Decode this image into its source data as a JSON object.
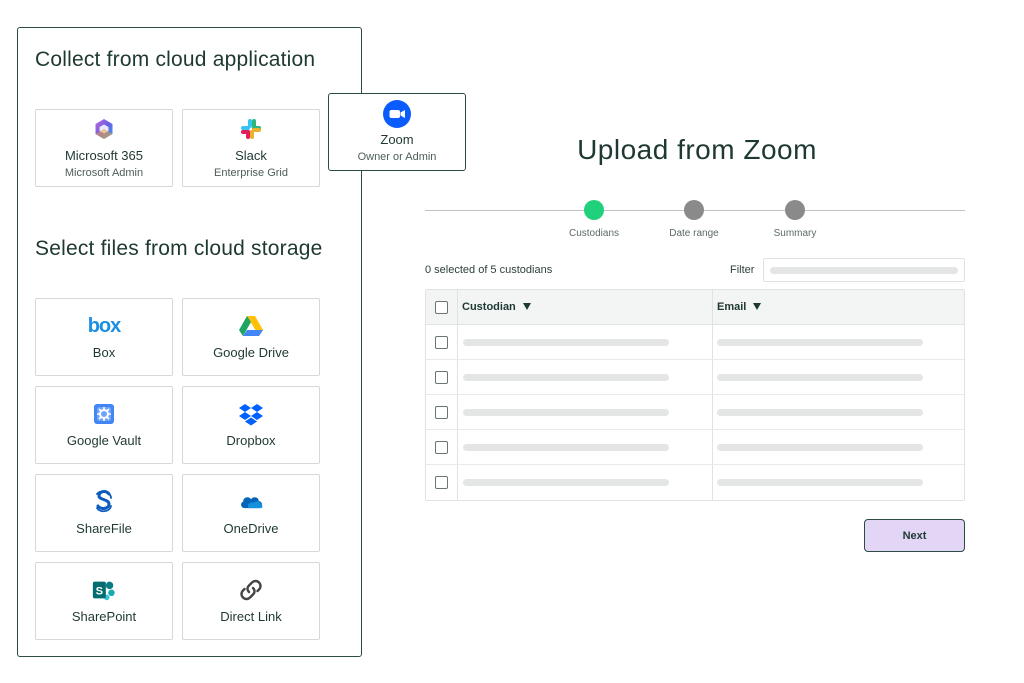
{
  "left_panel": {
    "cloud_app_title": "Collect from cloud application",
    "cloud_storage_title": "Select files from cloud storage",
    "apps": [
      {
        "name": "Microsoft 365",
        "sub": "Microsoft Admin",
        "icon": "microsoft-365-icon"
      },
      {
        "name": "Slack",
        "sub": "Enterprise Grid",
        "icon": "slack-icon"
      },
      {
        "name": "Zoom",
        "sub": "Owner or Admin",
        "icon": "zoom-icon"
      }
    ],
    "storage": [
      {
        "name": "Box",
        "icon": "box-icon"
      },
      {
        "name": "Google Drive",
        "icon": "google-drive-icon"
      },
      {
        "name": "Google Vault",
        "icon": "google-vault-icon"
      },
      {
        "name": "Dropbox",
        "icon": "dropbox-icon"
      },
      {
        "name": "ShareFile",
        "icon": "sharefile-icon"
      },
      {
        "name": "OneDrive",
        "icon": "onedrive-icon"
      },
      {
        "name": "SharePoint",
        "icon": "sharepoint-icon"
      },
      {
        "name": "Direct Link",
        "icon": "link-icon"
      }
    ],
    "box_logo_text": "box"
  },
  "upload": {
    "title": "Upload from Zoom",
    "steps": [
      {
        "label": "Custodians",
        "active": true
      },
      {
        "label": "Date range",
        "active": false
      },
      {
        "label": "Summary",
        "active": false
      }
    ],
    "selected_text": "0 selected of 5 custodians",
    "filter_label": "Filter",
    "columns": [
      "Custodian",
      "Email"
    ],
    "row_count": 5,
    "next_label": "Next"
  },
  "colors": {
    "active_step": "#1fd17a",
    "inactive_step": "#8a8a8a",
    "next_button_bg": "#e3d5f6",
    "border_dark": "#2c4b43"
  }
}
